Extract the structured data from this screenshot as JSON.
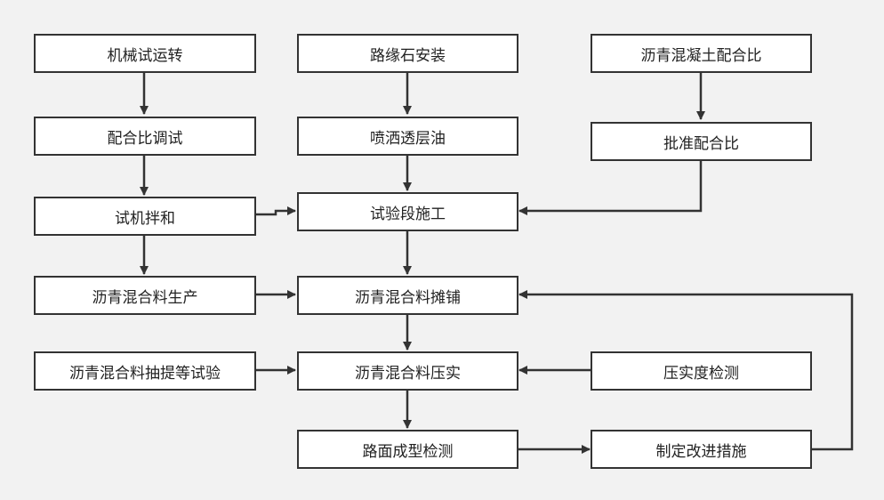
{
  "diagram": {
    "nodes": {
      "n1": "机械试运转",
      "n2": "配合比调试",
      "n3": "试机拌和",
      "n4": "沥青混合料生产",
      "n5": "沥青混合料抽提等试验",
      "n6": "路缘石安装",
      "n7": "喷洒透层油",
      "n8": "试验段施工",
      "n9": "沥青混合料摊铺",
      "n10": "沥青混合料压实",
      "n11": "路面成型检测",
      "n12": "沥青混凝土配合比",
      "n13": "批准配合比",
      "n14": "压实度检测",
      "n15": "制定改进措施"
    },
    "edges": [
      {
        "from": "n1",
        "to": "n2"
      },
      {
        "from": "n2",
        "to": "n3"
      },
      {
        "from": "n3",
        "to": "n4"
      },
      {
        "from": "n3",
        "to": "n8"
      },
      {
        "from": "n4",
        "to": "n9"
      },
      {
        "from": "n5",
        "to": "n10"
      },
      {
        "from": "n6",
        "to": "n7"
      },
      {
        "from": "n7",
        "to": "n8"
      },
      {
        "from": "n8",
        "to": "n9"
      },
      {
        "from": "n9",
        "to": "n10"
      },
      {
        "from": "n10",
        "to": "n11"
      },
      {
        "from": "n11",
        "to": "n15"
      },
      {
        "from": "n12",
        "to": "n13"
      },
      {
        "from": "n13",
        "to": "n8"
      },
      {
        "from": "n14",
        "to": "n10"
      },
      {
        "from": "n15",
        "to": "n9"
      }
    ],
    "colors": {
      "background": "#f2f2f2",
      "box_fill": "#ffffff",
      "line": "#333333"
    }
  }
}
